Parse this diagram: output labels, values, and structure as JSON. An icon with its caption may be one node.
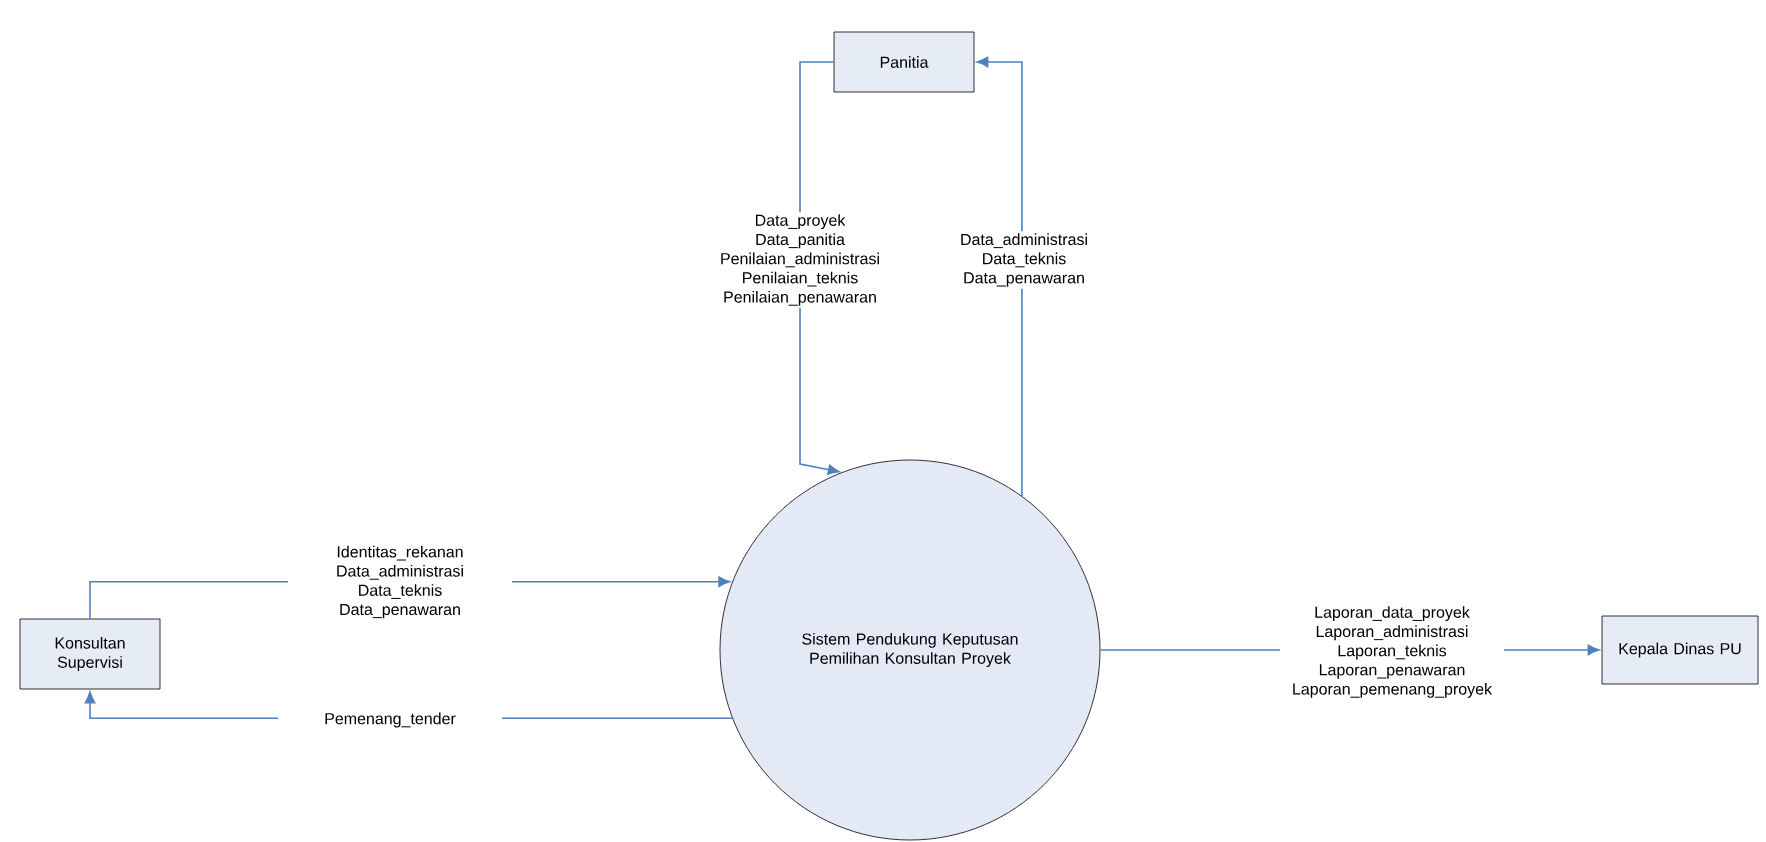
{
  "diagram": {
    "nodes": [
      {
        "text": [
          "Panitia"
        ]
      },
      {
        "text": [
          "Konsultan Supervisi"
        ]
      },
      {
        "text": [
          "Sistem Pendukung Keputusan Pemilihan Konsultan Proyek"
        ]
      },
      {
        "text": [
          "Kepala Dinas PU"
        ]
      }
    ],
    "edges": [
      {
        "from": 2,
        "to": 0,
        "arrow": "to",
        "label": "Data_administrasi Data_teknis Data_penawaran"
      },
      {
        "from": 0,
        "to": 2,
        "arrow": "to",
        "label": "Data_proyek Data_panitia Penilaian_administrasi Penilaian_teknis Penilaian_penawaran"
      },
      {
        "from": 1,
        "to": 2,
        "arrow": "to",
        "label": "Identitas_rekanan Data_administrasi Data_teknis Data_penawaran"
      },
      {
        "from": 2,
        "to": 1,
        "arrow": "to",
        "label": "Pemenang_tender"
      },
      {
        "from": 2,
        "to": 3,
        "arrow": "to",
        "label": "Laporan_data_proyek Laporan_administrasi Laporan_teknis Laporan_penawaran Laporan_pemenang_proyek"
      }
    ]
  }
}
